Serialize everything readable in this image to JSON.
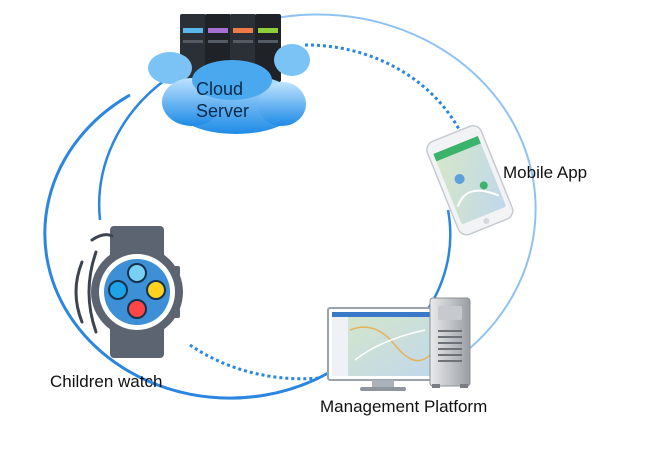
{
  "nodes": {
    "cloud_server": {
      "label_line1": "Cloud",
      "label_line2": "Server"
    },
    "mobile_app": {
      "label": "Mobile App"
    },
    "management_platform": {
      "label": "Management Platform"
    },
    "children_watch": {
      "label": "Children watch"
    }
  },
  "colors": {
    "ring": "#2b86e0",
    "ring_light": "#8fc2f2",
    "cloud": "#4aa8ee",
    "server": "#2b2f36",
    "server_stripes": [
      "#5ab8e8",
      "#a76fd0",
      "#ef7a4a",
      "#8ccf3a"
    ],
    "watch_body": "#5b6470",
    "watch_face": "#3d8fd6",
    "watch_buttons": [
      "#ffd21f",
      "#ff4545",
      "#1fa3e8",
      "#79d0f5"
    ]
  }
}
